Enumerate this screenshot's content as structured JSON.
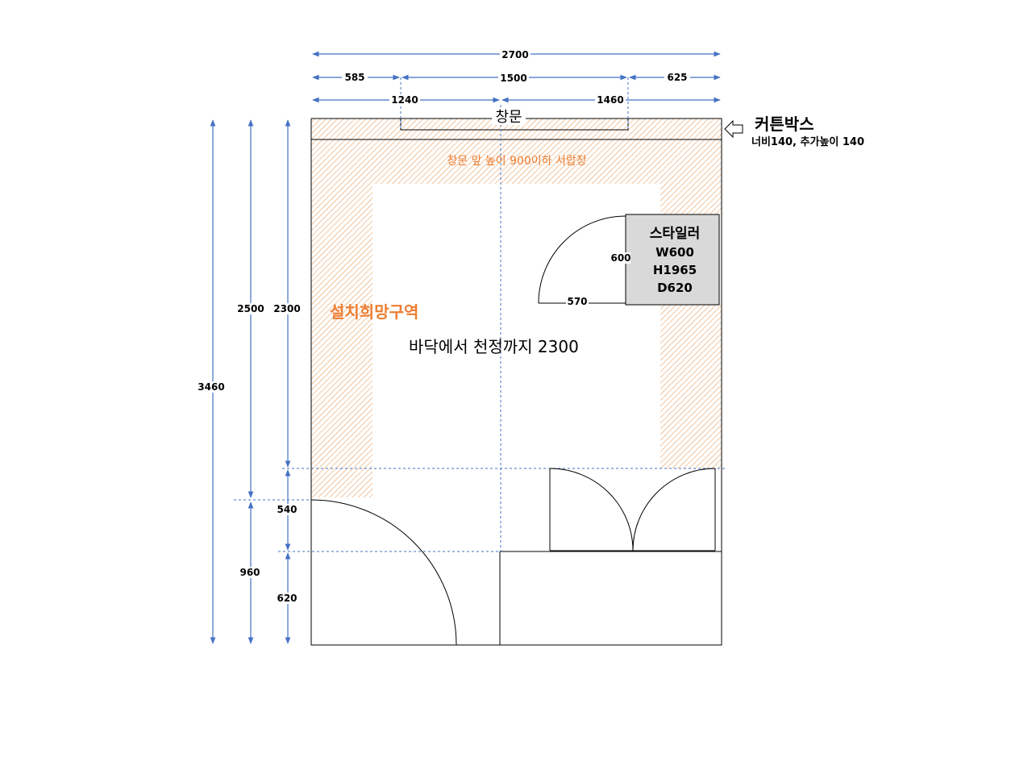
{
  "colors": {
    "dimension_arrow": "#4472C4",
    "hatch": "#E8A060",
    "accent_text": "#ED7D31",
    "styler_fill": "#D9D9D9",
    "line": "#000000"
  },
  "top_dims": {
    "total": "2700",
    "left": "585",
    "middle": "1500",
    "right": "625",
    "center_left": "1240",
    "center_right": "1460"
  },
  "left_dims": {
    "total": "3460",
    "upper_2500": "2500",
    "ceiling_2300": "2300",
    "seg_540": "540",
    "seg_960": "960",
    "seg_620": "620"
  },
  "window_label": "창문",
  "curtain_box": {
    "title": "커튼박스",
    "detail": "너비140, 추가높이 140",
    "arrow_icon": "arrow-left-icon"
  },
  "window_note": "창문 앞 높이 900이하 서랍장",
  "install_zone_label": "설치희망구역",
  "ceiling_label": "바닥에서 천정까지 2300",
  "styler": {
    "name": "스타일러",
    "width": "W600",
    "height": "H1965",
    "depth": "D620",
    "door_dim_600": "600",
    "door_dim_570": "570"
  }
}
